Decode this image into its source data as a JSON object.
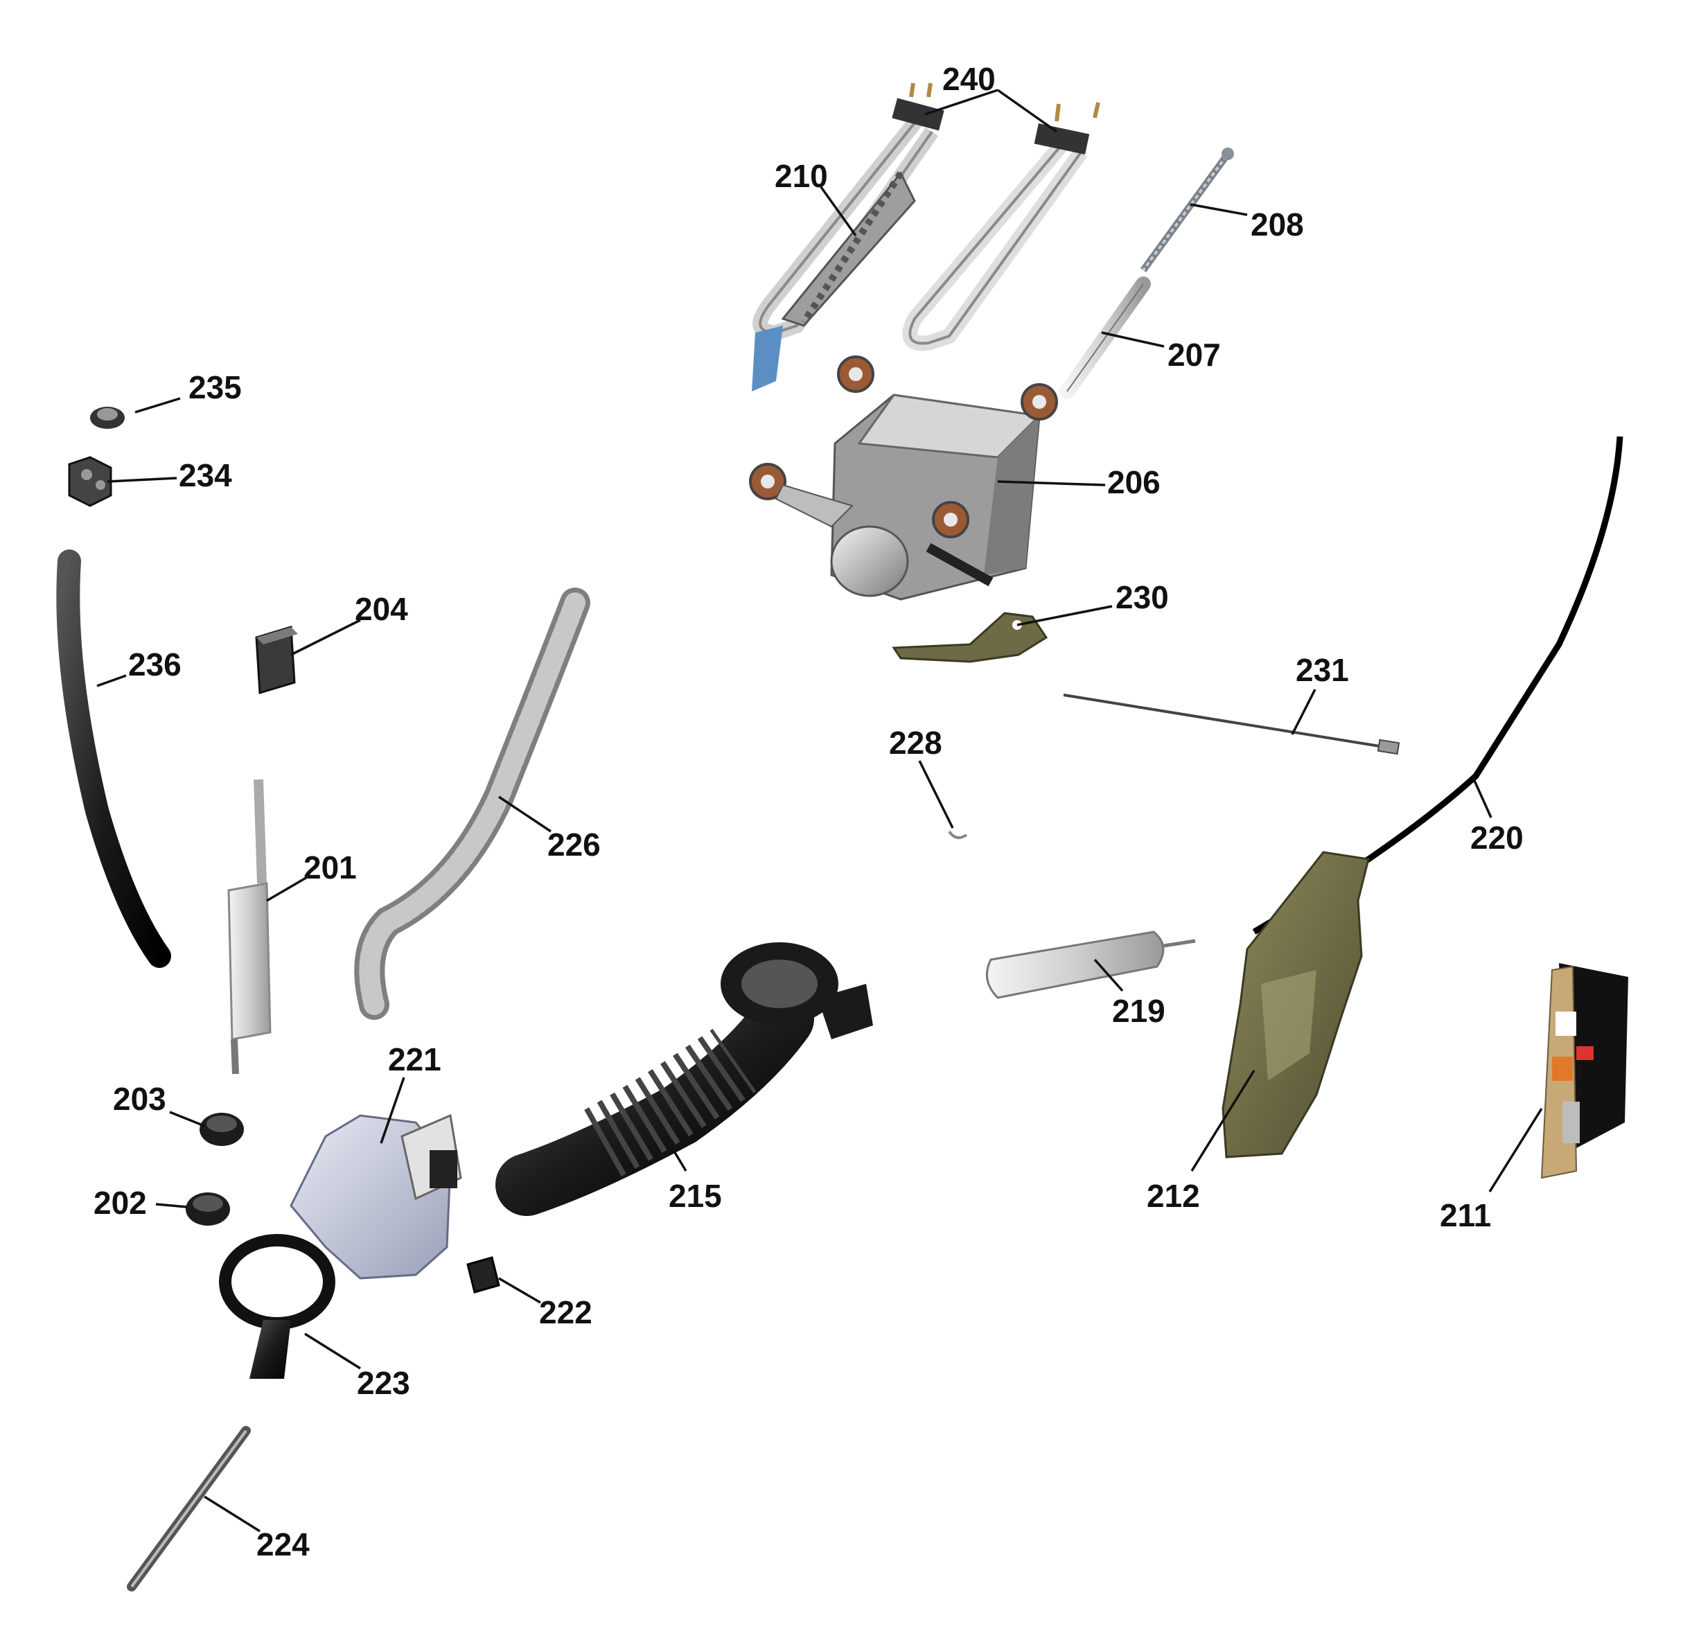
{
  "parts": [
    {
      "id": "p240",
      "label": "240",
      "name": "heating-element-terminal"
    },
    {
      "id": "p210",
      "label": "210",
      "name": "heating-element"
    },
    {
      "id": "p208",
      "label": "208",
      "name": "long-screw"
    },
    {
      "id": "p207",
      "label": "207",
      "name": "pump-shaft"
    },
    {
      "id": "p206",
      "label": "206",
      "name": "drain-pump-motor"
    },
    {
      "id": "p230",
      "label": "230",
      "name": "pump-bracket"
    },
    {
      "id": "p231",
      "label": "231",
      "name": "thin-rod"
    },
    {
      "id": "p228",
      "label": "228",
      "name": "small-clip"
    },
    {
      "id": "p220",
      "label": "220",
      "name": "cable"
    },
    {
      "id": "p219",
      "label": "219",
      "name": "cylinder-sensor"
    },
    {
      "id": "p212",
      "label": "212",
      "name": "control-board"
    },
    {
      "id": "p211",
      "label": "211",
      "name": "relay-module"
    },
    {
      "id": "p235",
      "label": "235",
      "name": "cap"
    },
    {
      "id": "p234",
      "label": "234",
      "name": "connector"
    },
    {
      "id": "p236",
      "label": "236",
      "name": "hose"
    },
    {
      "id": "p204",
      "label": "204",
      "name": "rubber-block"
    },
    {
      "id": "p226",
      "label": "226",
      "name": "corrugated-hose"
    },
    {
      "id": "p201",
      "label": "201",
      "name": "shock-absorber"
    },
    {
      "id": "p203",
      "label": "203",
      "name": "rubber-grommet"
    },
    {
      "id": "p202",
      "label": "202",
      "name": "rubber-grommet"
    },
    {
      "id": "p221",
      "label": "221",
      "name": "valve-housing"
    },
    {
      "id": "p222",
      "label": "222",
      "name": "small-block"
    },
    {
      "id": "p223",
      "label": "223",
      "name": "gasket-seal"
    },
    {
      "id": "p224",
      "label": "224",
      "name": "rod"
    },
    {
      "id": "p215",
      "label": "215",
      "name": "bellows-hose"
    }
  ],
  "colors": {
    "ink": "#111111",
    "metal_light": "#d9d9d9",
    "metal_mid": "#a8a8a8",
    "metal_dark": "#6f6f6f",
    "rubber": "#1a1a1a",
    "board_olive": "#6d6b45",
    "accent_blue": "#5b8fc4",
    "accent_orange": "#e07a2a",
    "accent_copper": "#9b5a36"
  }
}
